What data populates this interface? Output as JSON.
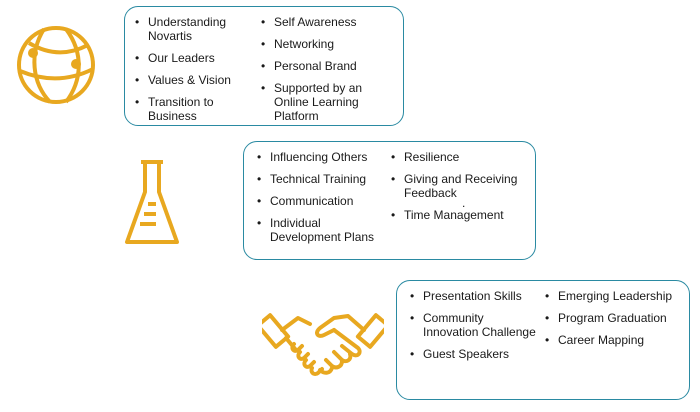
{
  "sections": [
    {
      "icon": "globe-icon",
      "left_items": [
        "Understanding Novartis",
        "Our Leaders",
        "Values & Vision",
        "Transition to Business"
      ],
      "right_items": [
        "Self Awareness",
        "Networking",
        "Personal Brand",
        "Supported by an Online Learning Platform"
      ]
    },
    {
      "icon": "flask-icon",
      "left_items": [
        "Influencing Others",
        "Technical Training",
        "Communication",
        "Individual Development Plans"
      ],
      "right_items": [
        "Resilience",
        "Giving and Receiving Feedback",
        "Time Management"
      ],
      "stray_mark": "."
    },
    {
      "icon": "handshake-icon",
      "left_items": [
        "Presentation Skills",
        "Community Innovation Challenge",
        "Guest Speakers"
      ],
      "right_items": [
        "Emerging Leadership",
        "Program Graduation",
        "Career Mapping"
      ]
    }
  ],
  "colors": {
    "icon": "#e8a820",
    "border": "#2a8aa2",
    "text": "#1a1a1a"
  }
}
